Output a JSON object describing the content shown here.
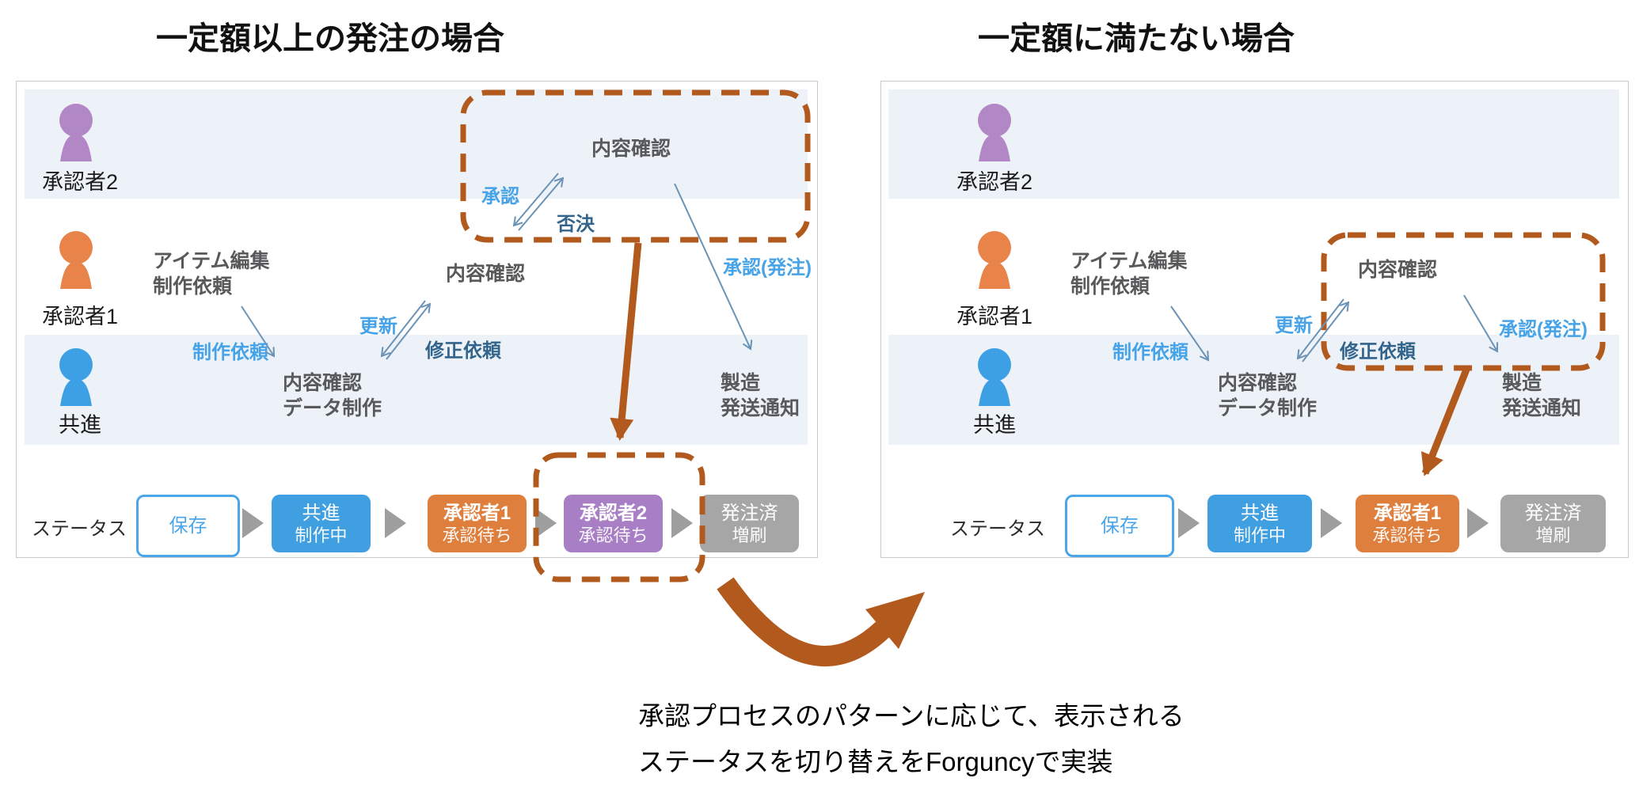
{
  "titles": {
    "left": "一定額以上の発注の場合",
    "right": "一定額に満たない場合"
  },
  "lanes": [
    {
      "label": "承認者2"
    },
    {
      "label": "承認者1"
    },
    {
      "label": "共進"
    }
  ],
  "labels": {
    "item_edit_line1": "アイテム編集",
    "item_edit_line2": "制作依頼",
    "production_request": "制作依頼",
    "content_check": "内容確認",
    "data_production": "データ制作",
    "update": "更新",
    "revision_request": "修正依頼",
    "approve": "承認",
    "reject": "否決",
    "approve_order": "承認(発注)",
    "manufacturing": "製造",
    "shipping_notice": "発送通知",
    "status": "ステータス"
  },
  "left_statuses": [
    {
      "line1": "保存",
      "line2": ""
    },
    {
      "line1": "共進",
      "line2": "制作中"
    },
    {
      "line1": "承認者1",
      "line2": "承認待ち"
    },
    {
      "line1": "承認者2",
      "line2": "承認待ち"
    },
    {
      "line1": "発注済",
      "line2": "増刷"
    }
  ],
  "right_statuses": [
    {
      "line1": "保存",
      "line2": ""
    },
    {
      "line1": "共進",
      "line2": "制作中"
    },
    {
      "line1": "承認者1",
      "line2": "承認待ち"
    },
    {
      "line1": "発注済",
      "line2": "増刷"
    }
  ],
  "caption": {
    "line1": "承認プロセスのパターンに応じて、表示される",
    "line2": "ステータスを切り替えをForguncyで実装"
  },
  "colors": {
    "accent_orange": "#b25a1d",
    "lane_background": "#edf2f8",
    "label_blue": "#47a3e8",
    "label_dark_blue": "#33658c",
    "step_text": "#58595b",
    "status_blue": "#3f9fe0",
    "status_orange": "#df7f3e",
    "status_purple": "#a87ec5",
    "status_gray": "#a6a6a6",
    "save_outline_blue": "#4aa6e8",
    "icon_purple": "#b287c6",
    "icon_orange": "#e8834a",
    "icon_blue": "#3da0e4",
    "thin_arrow": "#6b93b5"
  }
}
